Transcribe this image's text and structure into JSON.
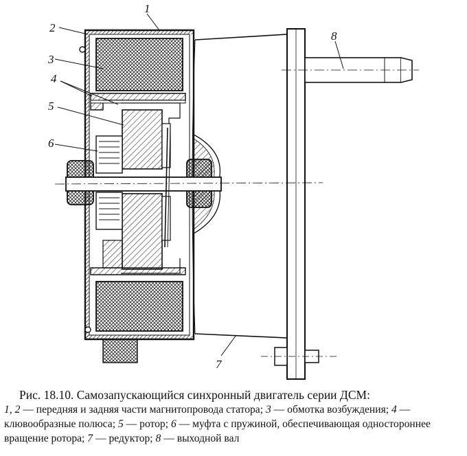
{
  "figure": {
    "callouts": [
      "1",
      "2",
      "3",
      "4",
      "5",
      "6",
      "7",
      "8"
    ]
  },
  "caption": {
    "title": "Рис. 18.10. Самозапускающийся синхронный двигатель серии ДСМ:",
    "items": [
      {
        "num": "1, 2",
        "text": "передняя и задняя части магнитопровода статора;"
      },
      {
        "num": "3",
        "text": "обмотка возбуждения;"
      },
      {
        "num": "4",
        "text": "клювообразные полюса;"
      },
      {
        "num": "5",
        "text": "ротор;"
      },
      {
        "num": "6",
        "text": "муфта с пружиной, обеспечивающая одностороннее вращение ротора;"
      },
      {
        "num": "7",
        "text": "редуктор;"
      },
      {
        "num": "8",
        "text": "выходной вал"
      }
    ]
  }
}
